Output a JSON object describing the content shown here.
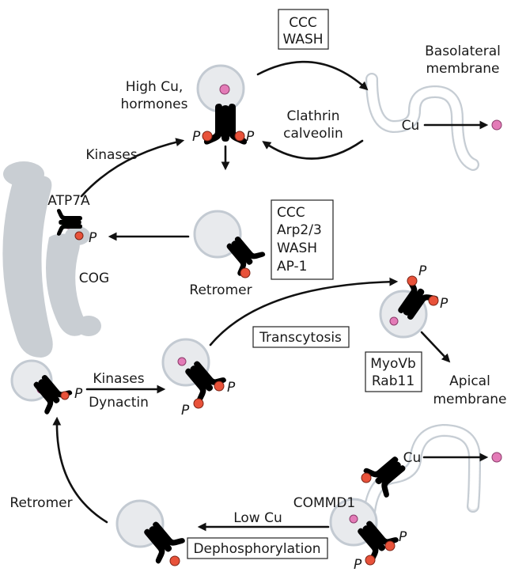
{
  "labels": {
    "ccc_wash_line1": "CCC",
    "ccc_wash_line2": "WASH",
    "basolateral_line1": "Basolateral",
    "basolateral_line2": "membrane",
    "high_cu_line1": "High Cu,",
    "high_cu_line2": "hormones",
    "clathrin_line1": "Clathrin",
    "clathrin_line2": "calveolin",
    "cu_top": "Cu",
    "kinases_top": "Kinases",
    "atp7a": "ATP7A",
    "ccc_box_line1": "CCC",
    "ccc_box_line2": "Arp2/3",
    "ccc_box_line3": "WASH",
    "ccc_box_line4": "AP-1",
    "cog": "COG",
    "retromer_mid": "Retromer",
    "transcytosis": "Transcytosis",
    "kinases_mid": "Kinases",
    "dynactin": "Dynactin",
    "myovb": "MyoVb",
    "rab11": "Rab11",
    "apical_line1": "Apical",
    "apical_line2": "membrane",
    "cu_bottom": "Cu",
    "commd1": "COMMD1",
    "retromer_left": "Retromer",
    "low_cu": "Low Cu",
    "dephosphorylation": "Dephosphorylation",
    "phospho": "P"
  }
}
